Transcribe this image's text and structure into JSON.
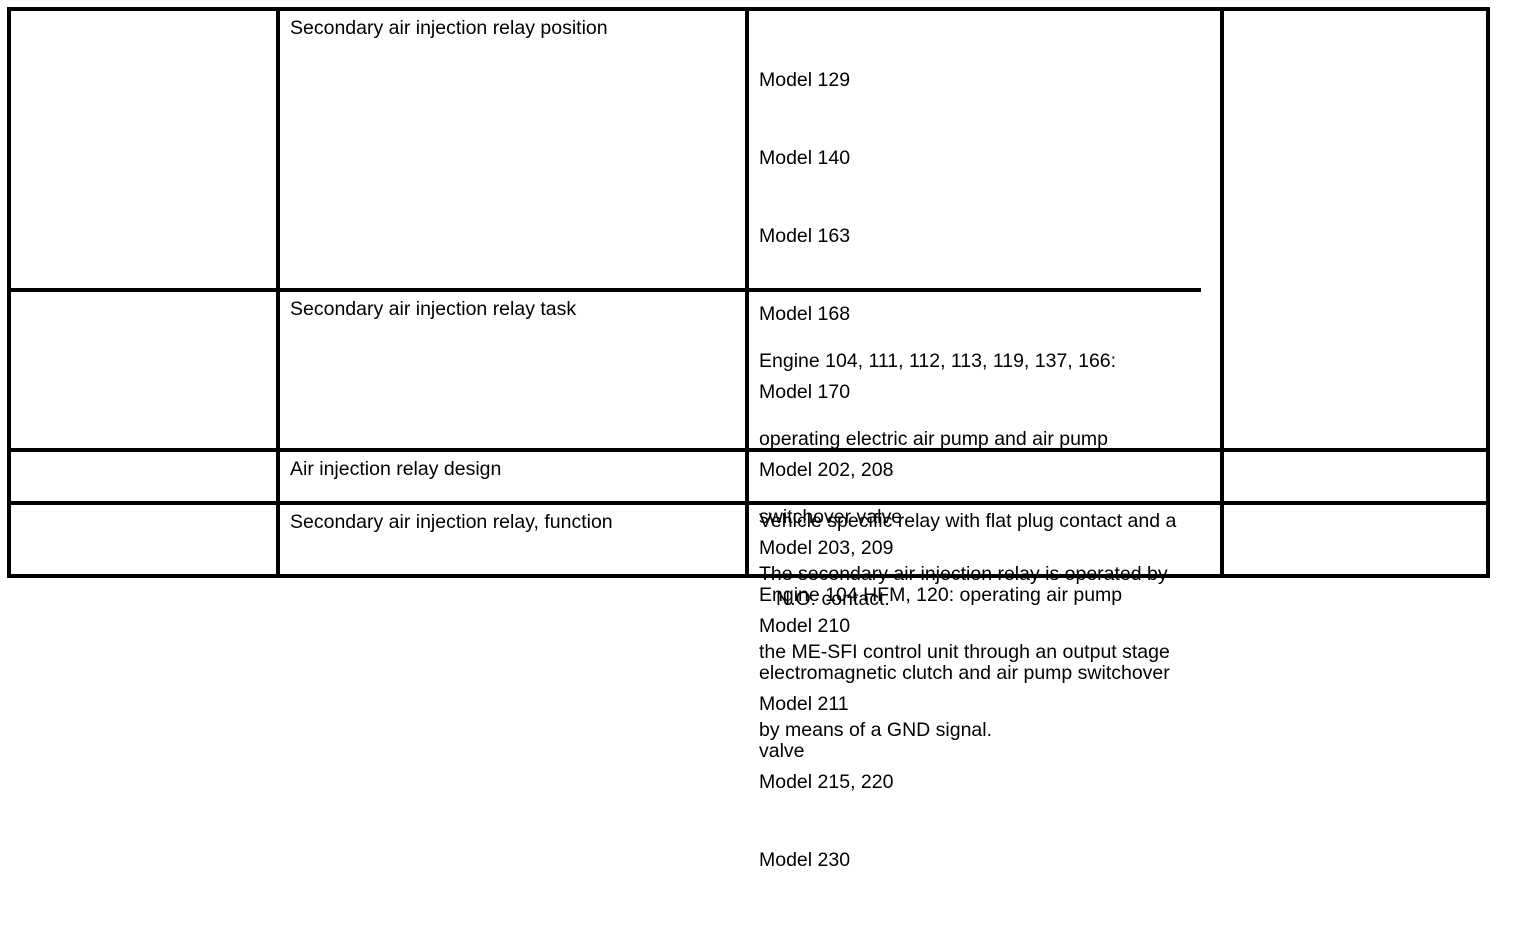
{
  "document": {
    "type": "specification-table",
    "columns": 4,
    "rows": 4,
    "border_color": "#000000",
    "background_color": "#ffffff",
    "text_color": "#000000"
  },
  "table": {
    "rows": [
      {
        "id": "row-relay-position",
        "col1": "",
        "col2": "Secondary air injection relay position",
        "col3_lines": [
          "Model 129",
          "Model 140",
          "Model 163",
          "Model 168",
          "Model 170",
          "Model 202, 208",
          "Model 203, 209",
          "Model 210",
          "Model 211",
          "Model 215, 220",
          "Model 230"
        ],
        "col4": ""
      },
      {
        "id": "row-relay-task",
        "col1": "",
        "col2": "Secondary air injection relay task",
        "col3_lines": [
          "Engine 104, 111, 112, 113, 119, 137, 166:",
          "operating electric air pump and air pump",
          "switchover valve",
          "Engine 104 HFM, 120: operating air pump",
          "electromagnetic clutch and air pump switchover",
          "valve"
        ],
        "col4": ""
      },
      {
        "id": "row-relay-design",
        "col1": "",
        "col2": "Air injection relay design",
        "col3_lines": [
          "Vehicle specific relay with flat plug contact and a",
          "N.O. contact."
        ],
        "col4": ""
      },
      {
        "id": "row-relay-function",
        "col1": "",
        "col2": "Secondary air injection relay, function",
        "col3_lines": [
          "The secondary air injection relay is operated by",
          "the ME-SFI control unit through an output stage",
          "by means of a GND signal."
        ],
        "col4": ""
      }
    ]
  }
}
